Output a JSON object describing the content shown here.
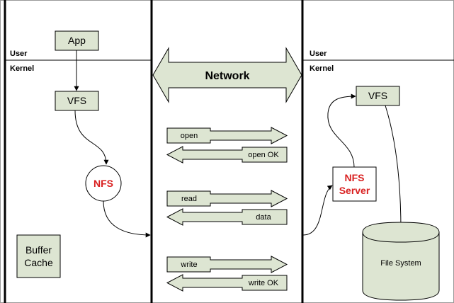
{
  "colors": {
    "box_fill": "#DDE5D2",
    "stroke": "#000000",
    "nfs_red": "#D92020",
    "background": "#FFFFFF"
  },
  "client": {
    "user_label": "User",
    "kernel_label": "Kernel",
    "app": "App",
    "vfs": "VFS",
    "nfs": "NFS",
    "buffer_cache_line1": "Buffer",
    "buffer_cache_line2": "Cache"
  },
  "network": {
    "label": "Network",
    "messages": {
      "open": "open",
      "open_ok": "open OK",
      "read": "read",
      "data": "data",
      "write": "write",
      "write_ok": "write OK"
    }
  },
  "server": {
    "user_label": "User",
    "kernel_label": "Kernel",
    "vfs": "VFS",
    "nfs_server_line1": "NFS",
    "nfs_server_line2": "Server",
    "file_system": "File System"
  }
}
